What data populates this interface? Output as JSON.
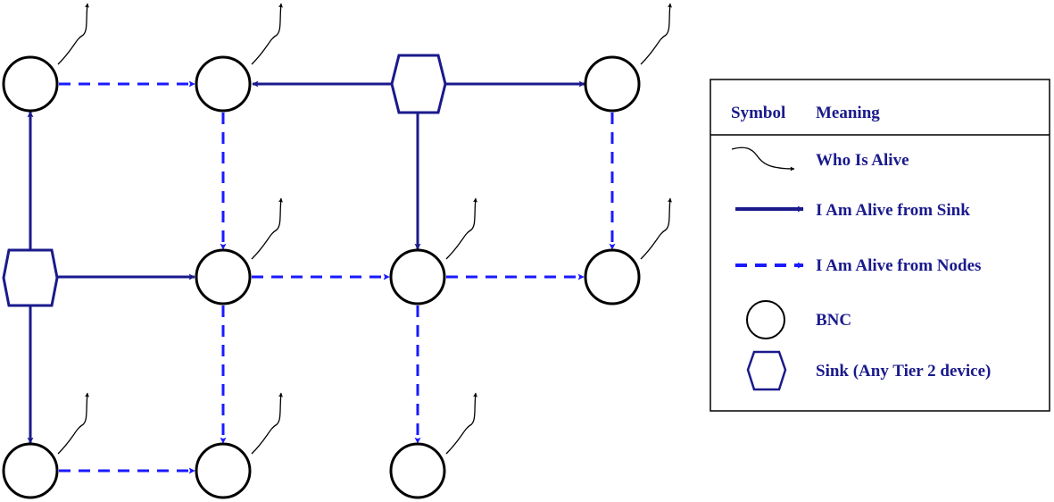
{
  "colors": {
    "sink_link": "#1a1a8c",
    "node_link": "#1a1aff",
    "who_is_alive": "#000000",
    "node_outline": "#000000",
    "sink_outline": "#1a1a8c",
    "legend_text": "#1a1a8c"
  },
  "legend": {
    "header_symbol": "Symbol",
    "header_meaning": "Meaning",
    "items": [
      {
        "symbol": "who-is-alive-arrow",
        "label": "Who Is Alive"
      },
      {
        "symbol": "sink-arrow",
        "label": "I Am Alive from Sink"
      },
      {
        "symbol": "node-arrow",
        "label": "I Am Alive from Nodes"
      },
      {
        "symbol": "bnc-circle",
        "label": "BNC"
      },
      {
        "symbol": "sink-hexagon",
        "label": "Sink (Any Tier 2 device)"
      }
    ]
  }
}
